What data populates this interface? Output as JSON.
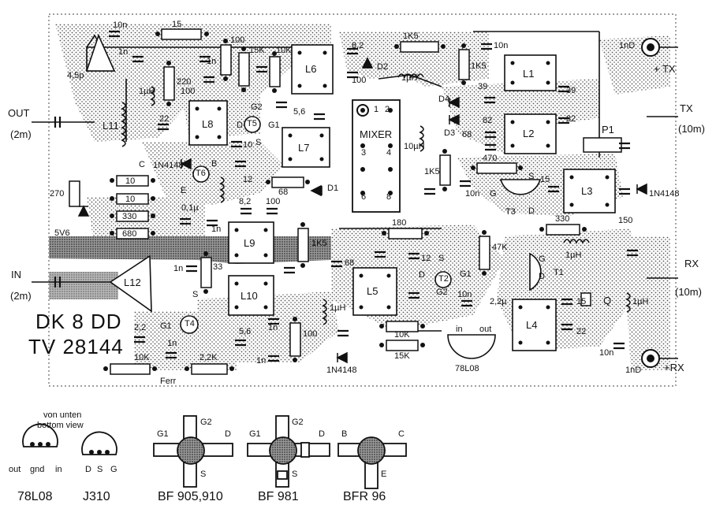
{
  "title": {
    "line1": "DK 8 DD",
    "line2": "TV 28144"
  },
  "ports": {
    "out": "OUT",
    "out_band": "(2m)",
    "in": "IN",
    "in_band": "(2m)",
    "tx_plus": "+ TX",
    "tx": "TX",
    "tx_band": "(10m)",
    "rx": "RX",
    "rx_band": "(10m)",
    "rx_plus": "+RX"
  },
  "blocks": {
    "mixer": "MIXER",
    "mixer_pins": [
      "1",
      "2",
      "3",
      "4",
      "8",
      "6"
    ],
    "coils": [
      "L1",
      "L2",
      "L3",
      "L4",
      "L5",
      "L6",
      "L7",
      "L8",
      "L9",
      "L10",
      "L11",
      "L12"
    ],
    "pot": "P1",
    "crystal": "Q",
    "regulator": "78L08",
    "regulator_pins": [
      "in",
      "out"
    ],
    "ferrite": "Ferr"
  },
  "parts": {
    "caps": [
      "10n",
      "1n",
      "4,5p",
      "8,2",
      "100",
      "10n",
      "39",
      "39",
      "82",
      "82",
      "68",
      "10n",
      "15",
      "150",
      "12",
      "5,6",
      "1n",
      "10",
      "22",
      "0,1µ",
      "1n",
      "8,2",
      "100",
      "1n",
      "12",
      "68",
      "10n",
      "2,2µ",
      "15",
      "22",
      "2,2",
      "1n",
      "5,6",
      "1n",
      "1n",
      "1nD",
      "1nD",
      "10n"
    ],
    "resistors": [
      "15",
      "220",
      "100",
      "100",
      "15K",
      "10K",
      "1K5",
      "1K5",
      "1K5",
      "470",
      "10",
      "10",
      "330",
      "680",
      "68",
      "33",
      "1K5",
      "180",
      "47K",
      "100",
      "10K",
      "15K",
      "330",
      "10K",
      "2,2K",
      "270"
    ],
    "inductors": [
      "1µH",
      "1µH",
      "10µH",
      "1µH",
      "1µH",
      "1µH"
    ],
    "diodes": [
      "D1",
      "D2",
      "D3",
      "D4",
      "5V6",
      "1N4148",
      "1N4148",
      "1N4148"
    ],
    "transistors": [
      "T1",
      "T2",
      "T3",
      "T4",
      "T5",
      "T6"
    ],
    "pin_letters": [
      "G2",
      "D",
      "S",
      "G1",
      "E",
      "B",
      "C",
      "G",
      "S",
      "D",
      "G1",
      "G2",
      "S",
      "D",
      "G1",
      "S",
      "D",
      "G"
    ]
  },
  "pinouts": {
    "view_caption": [
      "von unten",
      "bottom view"
    ],
    "packages": [
      {
        "name": "78L08",
        "pins": [
          "out",
          "gnd",
          "in"
        ]
      },
      {
        "name": "J310",
        "pins": [
          "D",
          "S",
          "G"
        ]
      },
      {
        "name": "BF 905,910",
        "pins": [
          "G1",
          "G2",
          "D",
          "S"
        ]
      },
      {
        "name": "BF 981",
        "pins": [
          "G1",
          "G2",
          "D",
          "S"
        ]
      },
      {
        "name": "BFR 96",
        "pins": [
          "B",
          "C",
          "E"
        ]
      }
    ]
  }
}
